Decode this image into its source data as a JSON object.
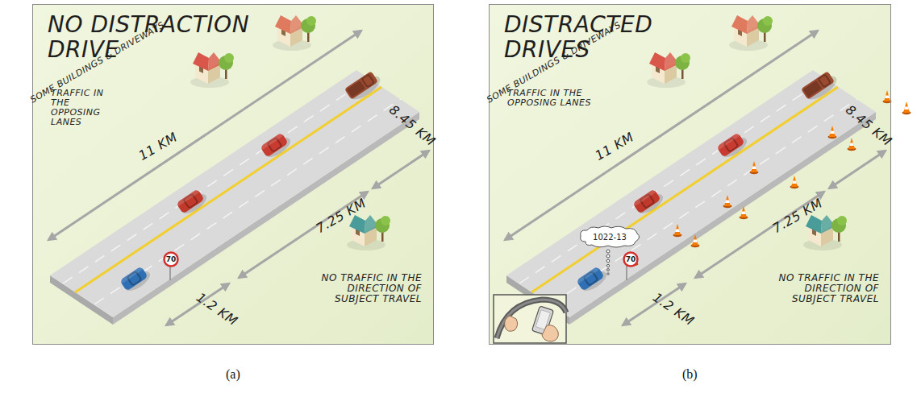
{
  "diagram": {
    "nodes": [
      {
        "text": [
          "NO DISTRACTION DRIVE",
          "TRAFFIC IN THE OPPOSING LANES",
          "SOME BUILDINGS & DRIVEWAYS",
          "11 KM",
          "8.45 KM",
          "7.25 KM",
          "1.2 KM",
          "NO TRAFFIC IN THE DIRECTION OF SUBJECT TRAVEL"
        ]
      },
      {
        "text": [
          "70"
        ],
        "in": 0
      },
      {
        "text": [
          "DISTRACTED DRIVES",
          "TRAFFIC IN THE OPPOSING LANES",
          "SOME BUILDINGS & DRIVEWAYS",
          "11 KM",
          "8.45 KM",
          "7.25 KM",
          "1.2 KM",
          "NO TRAFFIC IN THE DIRECTION OF SUBJECT TRAVEL"
        ]
      },
      {
        "text": [
          "1022-13"
        ],
        "in": 2
      },
      {
        "text": [
          "70"
        ],
        "in": 2
      }
    ],
    "labels": [
      "(a)",
      "(b)"
    ]
  }
}
